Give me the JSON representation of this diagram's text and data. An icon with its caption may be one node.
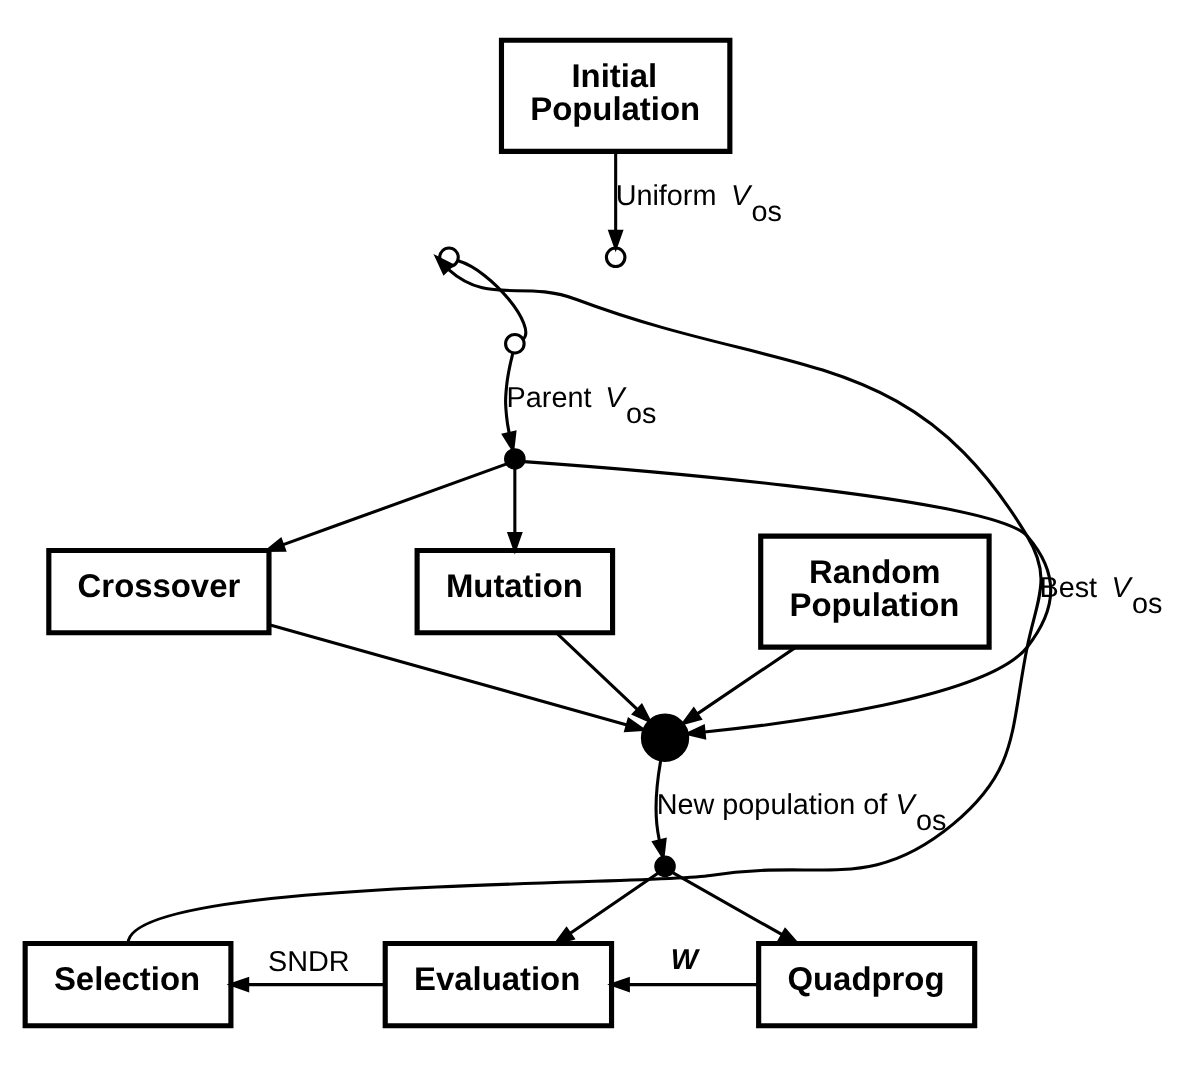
{
  "diagram": {
    "nodes": [
      {
        "text": [
          "Initial Population"
        ]
      },
      {
        "text": [],
        "shape": "circle"
      },
      {
        "text": [],
        "shape": "circle"
      },
      {
        "text": [],
        "shape": "circle"
      },
      {
        "text": [],
        "shape": "circle"
      },
      {
        "text": [
          "Crossover"
        ]
      },
      {
        "text": [
          "Mutation"
        ]
      },
      {
        "text": [
          "Random Population"
        ]
      },
      {
        "text": [],
        "shape": "circle"
      },
      {
        "text": [],
        "shape": "circle"
      },
      {
        "text": [
          "Selection"
        ]
      },
      {
        "text": [
          "Evaluation"
        ]
      },
      {
        "text": [
          "Quadprog"
        ]
      }
    ],
    "edges": [
      {
        "from": 0,
        "to": 2,
        "arrow": "to",
        "label": "Uniform *V*$_{os}$"
      },
      {
        "from": 3,
        "to": 1,
        "arrow": "none"
      },
      {
        "from": 10,
        "to": 1,
        "arrow": "to",
        "label": "Best *V*$_{os}$"
      },
      {
        "from": 3,
        "to": 4,
        "arrow": "to",
        "label": "Parent *V*$_{os}$"
      },
      {
        "from": 4,
        "to": 5,
        "arrow": "to"
      },
      {
        "from": 4,
        "to": 6,
        "arrow": "to"
      },
      {
        "from": 4,
        "to": 8,
        "arrow": "to"
      },
      {
        "from": 5,
        "to": 8,
        "arrow": "to"
      },
      {
        "from": 6,
        "to": 8,
        "arrow": "to"
      },
      {
        "from": 7,
        "to": 8,
        "arrow": "to"
      },
      {
        "from": 8,
        "to": 9,
        "arrow": "to",
        "label": "New population of *V*$_{os}$"
      },
      {
        "from": 9,
        "to": 11,
        "arrow": "to"
      },
      {
        "from": 9,
        "to": 12,
        "arrow": "to"
      },
      {
        "from": 12,
        "to": 11,
        "arrow": "to",
        "label": "W"
      },
      {
        "from": 11,
        "to": 10,
        "arrow": "to",
        "label": "SNDR"
      }
    ]
  }
}
